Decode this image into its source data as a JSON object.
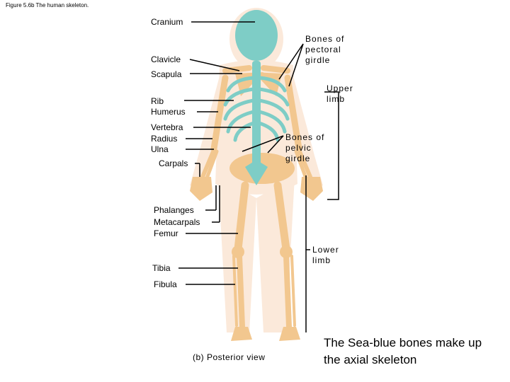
{
  "caption": {
    "figure_number": "Figure 5.6b",
    "title": "The human skeleton."
  },
  "labels": {
    "cranium": "Cranium",
    "clavicle": "Clavicle",
    "scapula": "Scapula",
    "rib": "Rib",
    "humerus": "Humerus",
    "vertebra": "Vertebra",
    "radius": "Radius",
    "ulna": "Ulna",
    "carpals": "Carpals",
    "phalanges": "Phalanges",
    "metacarpals": "Metacarpals",
    "femur": "Femur",
    "tibia": "Tibia",
    "fibula": "Fibula"
  },
  "groups": {
    "pectoral_girdle": "Bones of\npectoral\ngirdle",
    "upper_limb": "Upper\nlimb",
    "pelvic_girdle": "Bones of\npelvic\ngirdle",
    "lower_limb": "Lower\nlimb"
  },
  "view_label": "(b) Posterior view",
  "note": "The Sea-blue bones make up\nthe axial skeleton",
  "colors": {
    "axial_bone": "#7ecdc6",
    "appendicular_bone": "#f2c78f",
    "body_silhouette": "#fbe9da",
    "leader_line": "#000000"
  }
}
